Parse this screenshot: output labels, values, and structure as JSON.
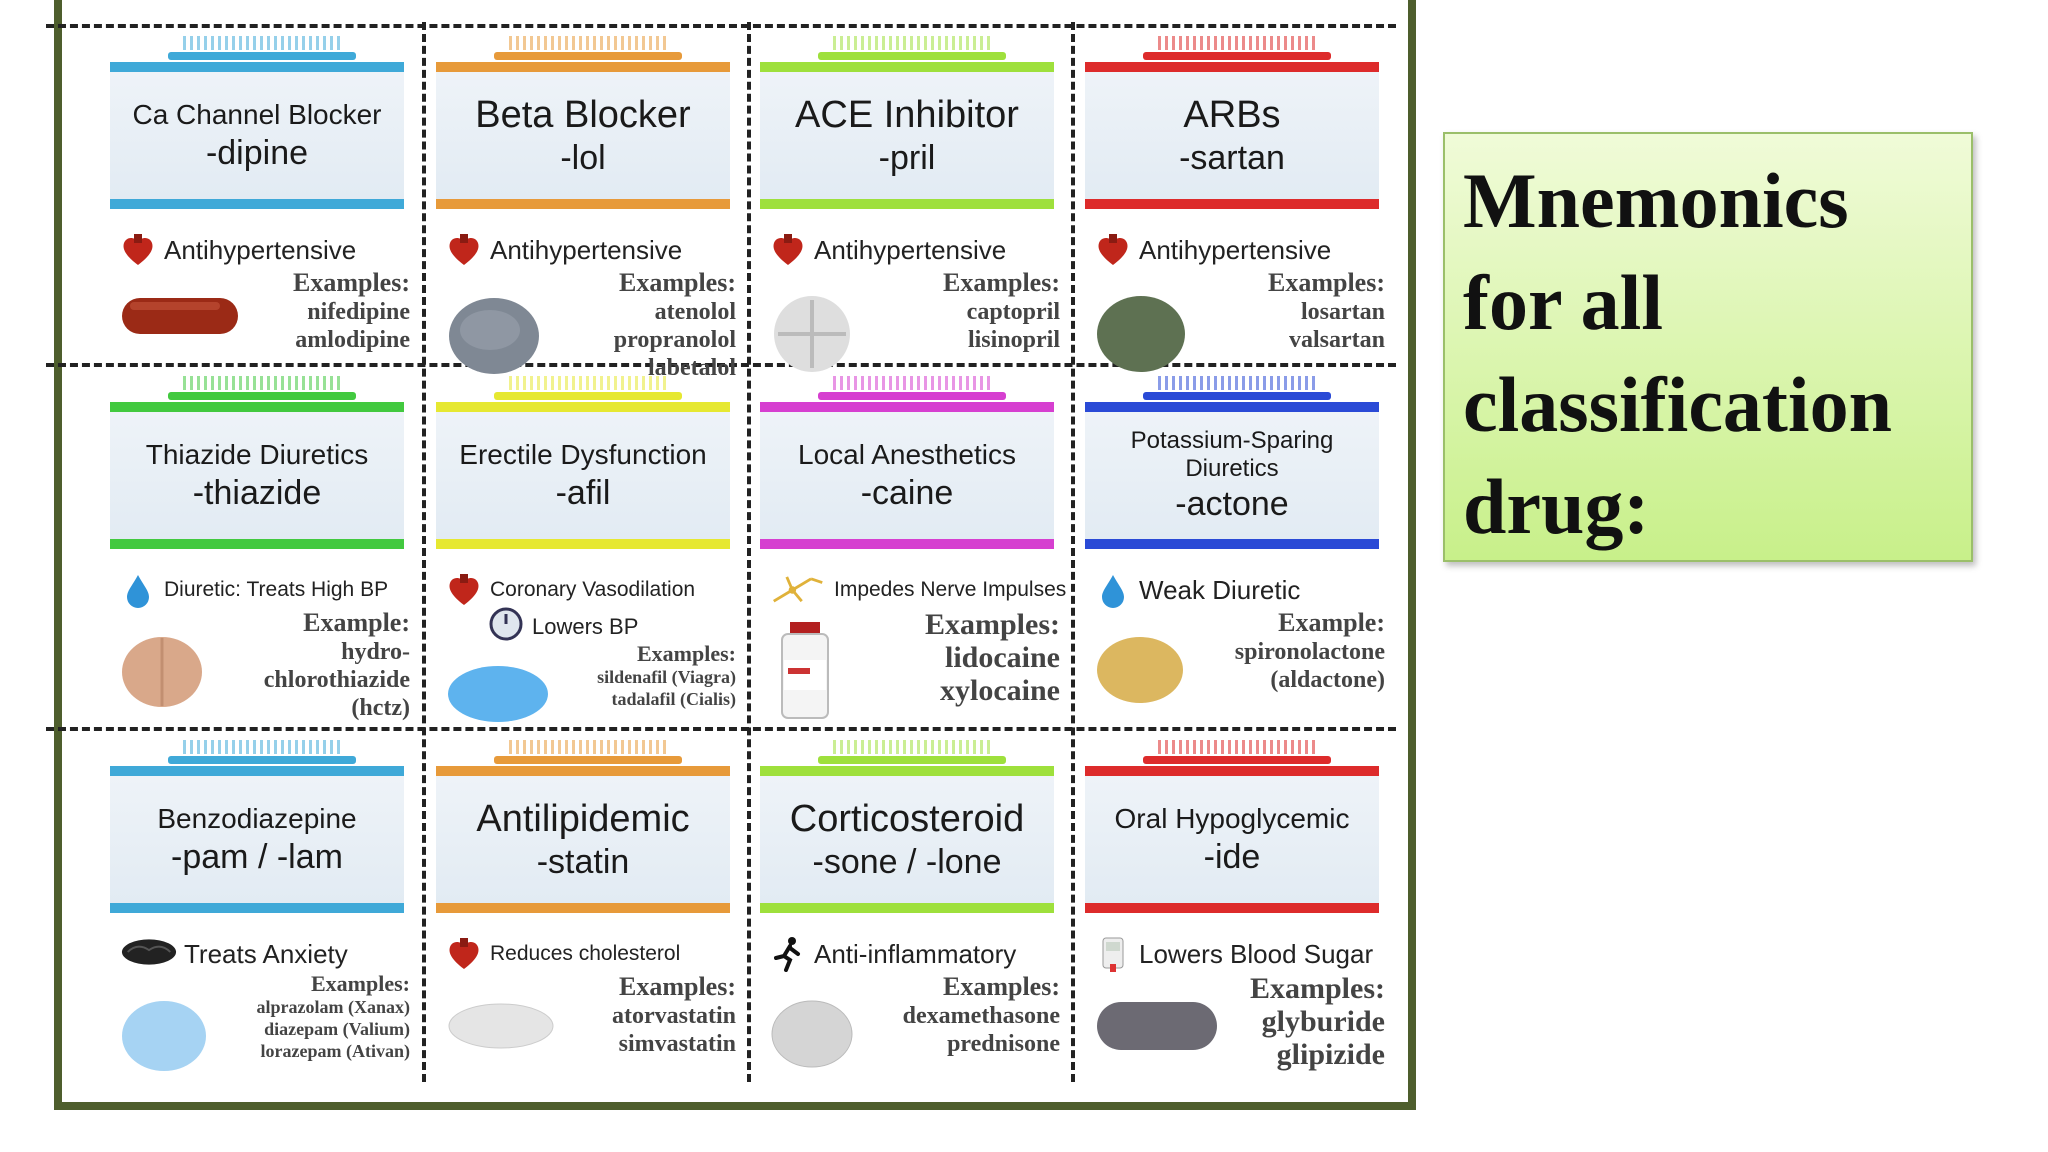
{
  "title": {
    "line1": "Mnemonics",
    "line2": "for all",
    "line3": "classification",
    "line4": "drug:"
  },
  "cards": [
    {
      "name": "Ca Channel Blocker",
      "suffix": "-dipine",
      "use": "Antihypertensive",
      "ex_head": "Examples:",
      "ex": [
        "nifedipine",
        "amlodipine"
      ],
      "color": "#3fa9d8",
      "use_icon": "heart-icon",
      "pill": "capsule-red"
    },
    {
      "name": "Beta Blocker",
      "suffix": "-lol",
      "use": "Antihypertensive",
      "ex_head": "Examples:",
      "ex": [
        "atenolol",
        "propranolol",
        "labetalol"
      ],
      "color": "#e79a3a",
      "use_icon": "heart-icon",
      "pill": "round-gray"
    },
    {
      "name": "ACE Inhibitor",
      "suffix": "-pril",
      "use": "Antihypertensive",
      "ex_head": "Examples:",
      "ex": [
        "captopril",
        "lisinopril"
      ],
      "color": "#9ee03c",
      "use_icon": "heart-icon",
      "pill": "round-white-cross"
    },
    {
      "name": "ARBs",
      "suffix": "-sartan",
      "use": "Antihypertensive",
      "ex_head": "Examples:",
      "ex": [
        "losartan",
        "valsartan"
      ],
      "color": "#dd2b2b",
      "use_icon": "heart-icon",
      "pill": "round-green"
    },
    {
      "name": "Thiazide Diuretics",
      "suffix": "-thiazide",
      "use": "Diuretic: Treats High BP",
      "ex_head": "Example:",
      "ex": [
        "hydro-",
        "chlorothiazide",
        "(hctz)"
      ],
      "color": "#42c93f",
      "use_icon": "water-drop-icon",
      "pill": "round-peach"
    },
    {
      "name": "Erectile Dysfunction",
      "suffix": "-afil",
      "use": "Coronary Vasodilation",
      "use2": "Lowers BP",
      "ex_head": "Examples:",
      "ex": [
        "sildenafil (Viagra)",
        "tadalafil (Cialis)"
      ],
      "color": "#e6e831",
      "use_icon": "heart-icon",
      "use2_icon": "gauge-icon",
      "pill": "oval-blue"
    },
    {
      "name": "Local Anesthetics",
      "suffix": "-caine",
      "use": "Impedes Nerve Impulses",
      "ex_head": "Examples:",
      "ex": [
        "lidocaine",
        "xylocaine"
      ],
      "color": "#d63fd0",
      "use_icon": "nerve-icon",
      "pill": "vial"
    },
    {
      "name": "Potassium-Sparing",
      "name2": "Diuretics",
      "suffix": "-actone",
      "use": "Weak Diuretic",
      "ex_head": "Example:",
      "ex": [
        "spironolactone",
        "(aldactone)"
      ],
      "color": "#2a4ad6",
      "use_icon": "water-drop-icon",
      "pill": "oval-yellow"
    },
    {
      "name": "Benzodiazepine",
      "suffix": "-pam / -lam",
      "use": "Treats Anxiety",
      "ex_head": "Examples:",
      "ex": [
        "alprazolam (Xanax)",
        "diazepam (Valium)",
        "lorazepam (Ativan)"
      ],
      "color": "#3fa9d8",
      "use_icon": "brain-icon",
      "pill": "round-lightblue"
    },
    {
      "name": "Antilipidemic",
      "suffix": "-statin",
      "use": "Reduces cholesterol",
      "ex_head": "Examples:",
      "ex": [
        "atorvastatin",
        "simvastatin"
      ],
      "color": "#e79a3a",
      "use_icon": "heart-icon",
      "pill": "oval-white"
    },
    {
      "name": "Corticosteroid",
      "suffix": "-sone / -lone",
      "use": "Anti-inflammatory",
      "ex_head": "Examples:",
      "ex": [
        "dexamethasone",
        "prednisone"
      ],
      "color": "#9ee03c",
      "use_icon": "runner-icon",
      "pill": "round-white"
    },
    {
      "name": "Oral Hypoglycemic",
      "suffix": "-ide",
      "use": "Lowers Blood Sugar",
      "ex_head": "Examples:",
      "ex": [
        "glyburide",
        "glipizide"
      ],
      "color": "#dd2b2b",
      "use_icon": "glucose-meter-icon",
      "pill": "capsule-gray"
    }
  ]
}
